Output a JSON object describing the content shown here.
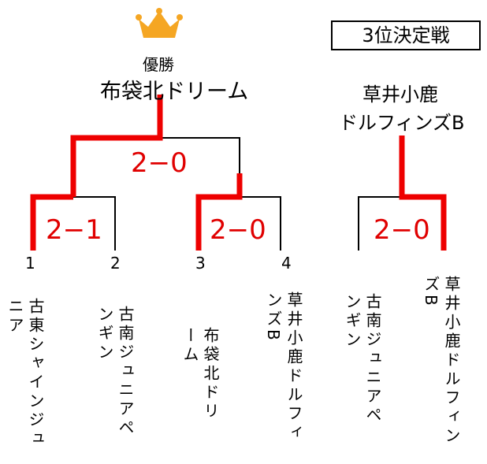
{
  "bracket": {
    "champion_label": "優勝",
    "champion_team": "布袋北ドリーム",
    "third_place_title": "3位決定戦",
    "third_place_winner": "草井小鹿ドルフィンズB",
    "scores": {
      "final": "2−0",
      "semi_left": "2−1",
      "semi_right": "2−0",
      "third_place": "2−0"
    },
    "seeds": [
      "1",
      "2",
      "3",
      "4"
    ],
    "teams": [
      "古東シャインジュニア",
      "古南ジュニアペンギン",
      "布袋北ドリーム",
      "草井小鹿ドルフィンズB"
    ],
    "third_place_teams": [
      "古南ジュニアペンギン",
      "草井小鹿ドルフィンズB"
    ]
  },
  "colors": {
    "win_line": "#ee0000",
    "line": "#000000",
    "crown": "#f5a623"
  },
  "icons": [
    "crown-icon"
  ]
}
